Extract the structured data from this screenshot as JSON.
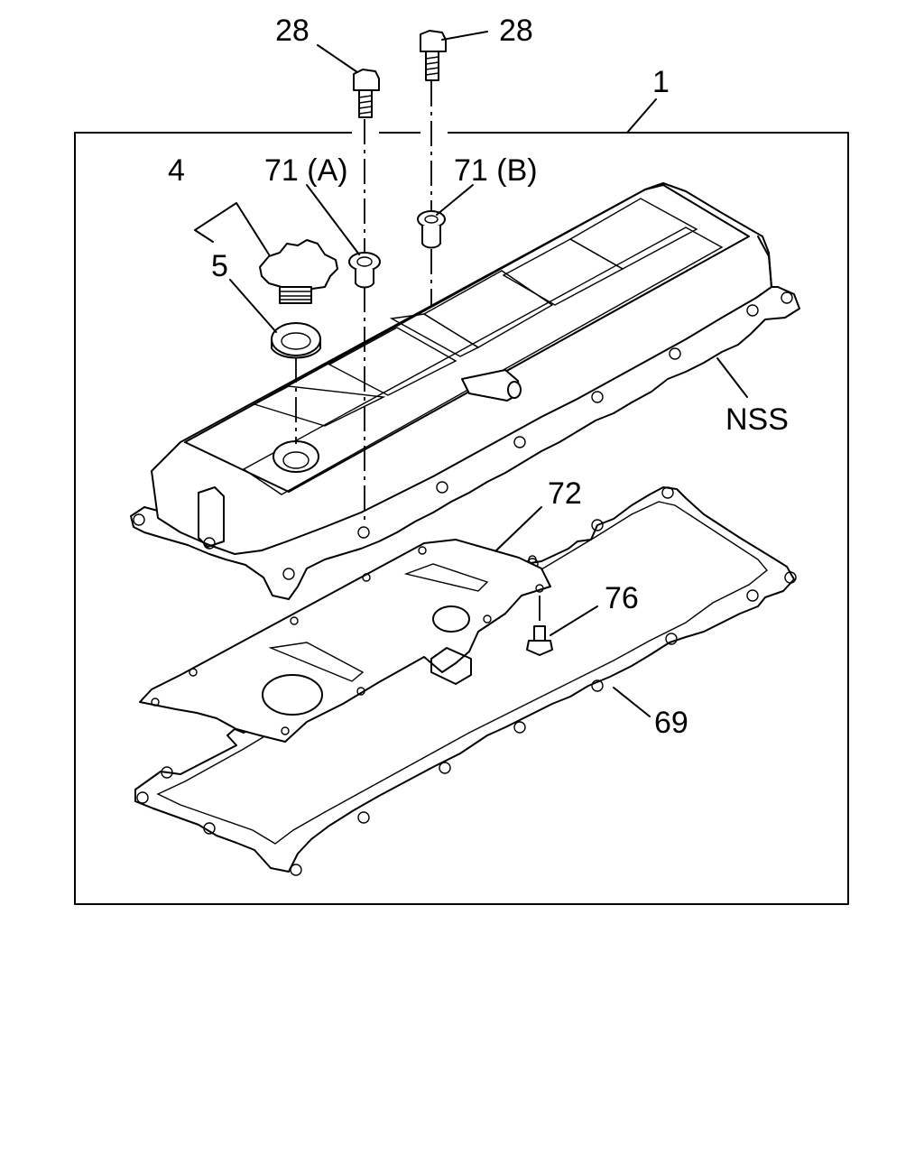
{
  "labels": {
    "cover_assembly": "1",
    "bolt_left": "28",
    "bolt_right": "28",
    "oil_filler_cap": "4",
    "cap_gasket": "5",
    "grommet_a": "71 (A)",
    "grommet_b": "71 (B)",
    "not_serviced": "NSS",
    "baffle_plate": "72",
    "baffle_bolt": "76",
    "cover_gasket": "69"
  }
}
